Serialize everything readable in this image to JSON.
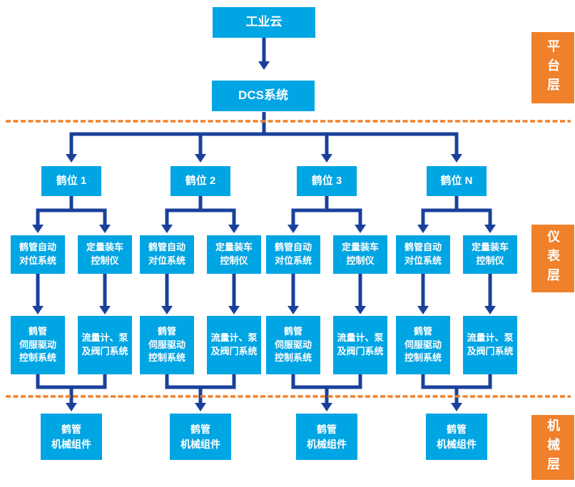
{
  "palette": {
    "node_fill": "#00A5E4",
    "layer_fill": "#F0802A",
    "connector": "#1B409B",
    "text": "#FFFFFF",
    "background": "#FFFFFF"
  },
  "diagram": {
    "cloud": "工业云",
    "dcs": "DCS系统",
    "layers": {
      "platform": "平台层",
      "instrument": "仪表层",
      "mechanical": "机械层"
    },
    "columns": [
      {
        "station": "鹤位 1",
        "positioning": "鹤管自动\n对位系统",
        "loading": "定量装车\n控制仪",
        "servo": "鹤管\n伺服驱动\n控制系统",
        "flow": "流量计、泵\n及阀门系统",
        "mechanical": "鹤管\n机械组件"
      },
      {
        "station": "鹤位 2",
        "positioning": "鹤管自动\n对位系统",
        "loading": "定量装车\n控制仪",
        "servo": "鹤管\n伺服驱动\n控制系统",
        "flow": "流量计、泵\n及阀门系统",
        "mechanical": "鹤管\n机械组件"
      },
      {
        "station": "鹤位 3",
        "positioning": "鹤管自动\n对位系统",
        "loading": "定量装车\n控制仪",
        "servo": "鹤管\n伺服驱动\n控制系统",
        "flow": "流量计、泵\n及阀门系统",
        "mechanical": "鹤管\n机械组件"
      },
      {
        "station": "鹤位 N",
        "positioning": "鹤管自动\n对位系统",
        "loading": "定量装车\n控制仪",
        "servo": "鹤管\n伺服驱动\n控制系统",
        "flow": "流量计、泵\n及阀门系统",
        "mechanical": "鹤管\n机械组件"
      }
    ]
  }
}
